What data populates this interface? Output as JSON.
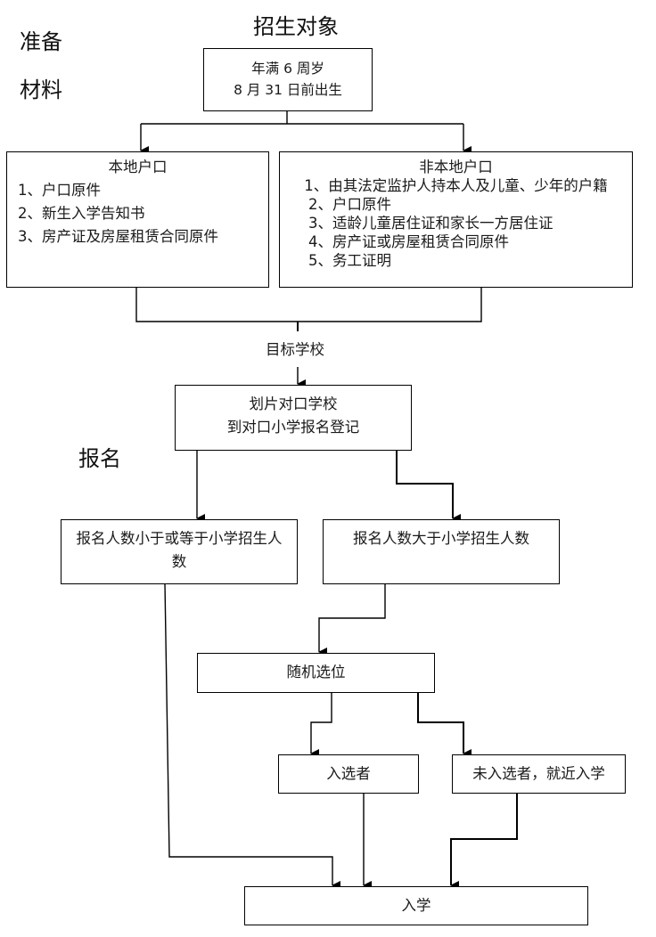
{
  "title": "招生对象",
  "side_labels": {
    "prepare_1": "准备",
    "prepare_2": "材料",
    "register": "报名"
  },
  "eligibility": {
    "line1": "年满 6 周岁",
    "line2": "8 月 31 日前出生"
  },
  "local_household": {
    "heading": "本地户口",
    "items": [
      "1、户口原件",
      "2、新生入学告知书",
      "3、房产证及房屋租赁合同原件"
    ]
  },
  "nonlocal_household": {
    "heading": "非本地户口",
    "items": [
      "1、由其法定监护人持本人及儿童、少年的户籍",
      "2、户口原件",
      "3、适龄儿童居住证和家长一方居住证",
      "4、房产证或房屋租赁合同原件",
      "5、务工证明"
    ]
  },
  "target_school": "目标学校",
  "assigned_school": {
    "line1": "划片对口学校",
    "line2": "到对口小学报名登记"
  },
  "applicants_le": "报名人数小于或等于小学招生人数",
  "applicants_gt": "报名人数大于小学招生人数",
  "random_selection": "随机选位",
  "selected": "入选者",
  "not_selected": "未入选者，就近入学",
  "enroll": "入学"
}
